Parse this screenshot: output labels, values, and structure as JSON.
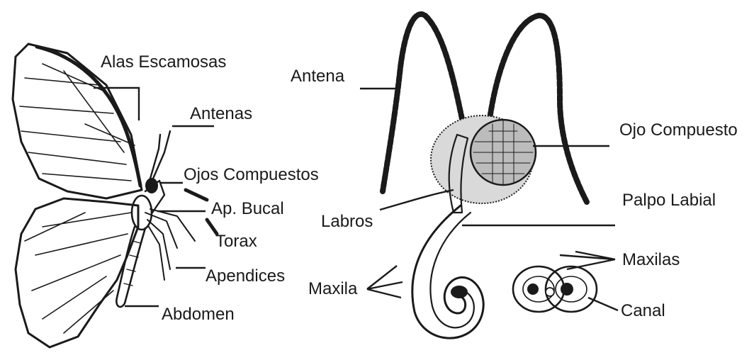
{
  "left_figure": {
    "labels": {
      "alas_escamosas": "Alas Escamosas",
      "antenas": "Antenas",
      "ojos_compuestos": "Ojos Compuestos",
      "ap_bucal": "Ap. Bucal",
      "torax": "Torax",
      "apendices": "Apendices",
      "abdomen": "Abdomen"
    }
  },
  "right_figure": {
    "labels": {
      "antena": "Antena",
      "ojo_compuesto": "Ojo Compuesto",
      "palpo_labial": "Palpo Labial",
      "labros": "Labros",
      "maxila": "Maxila",
      "maxilas": "Maxilas",
      "canal": "Canal"
    }
  },
  "colors": {
    "ink": "#1a1a1a",
    "background": "#ffffff"
  }
}
